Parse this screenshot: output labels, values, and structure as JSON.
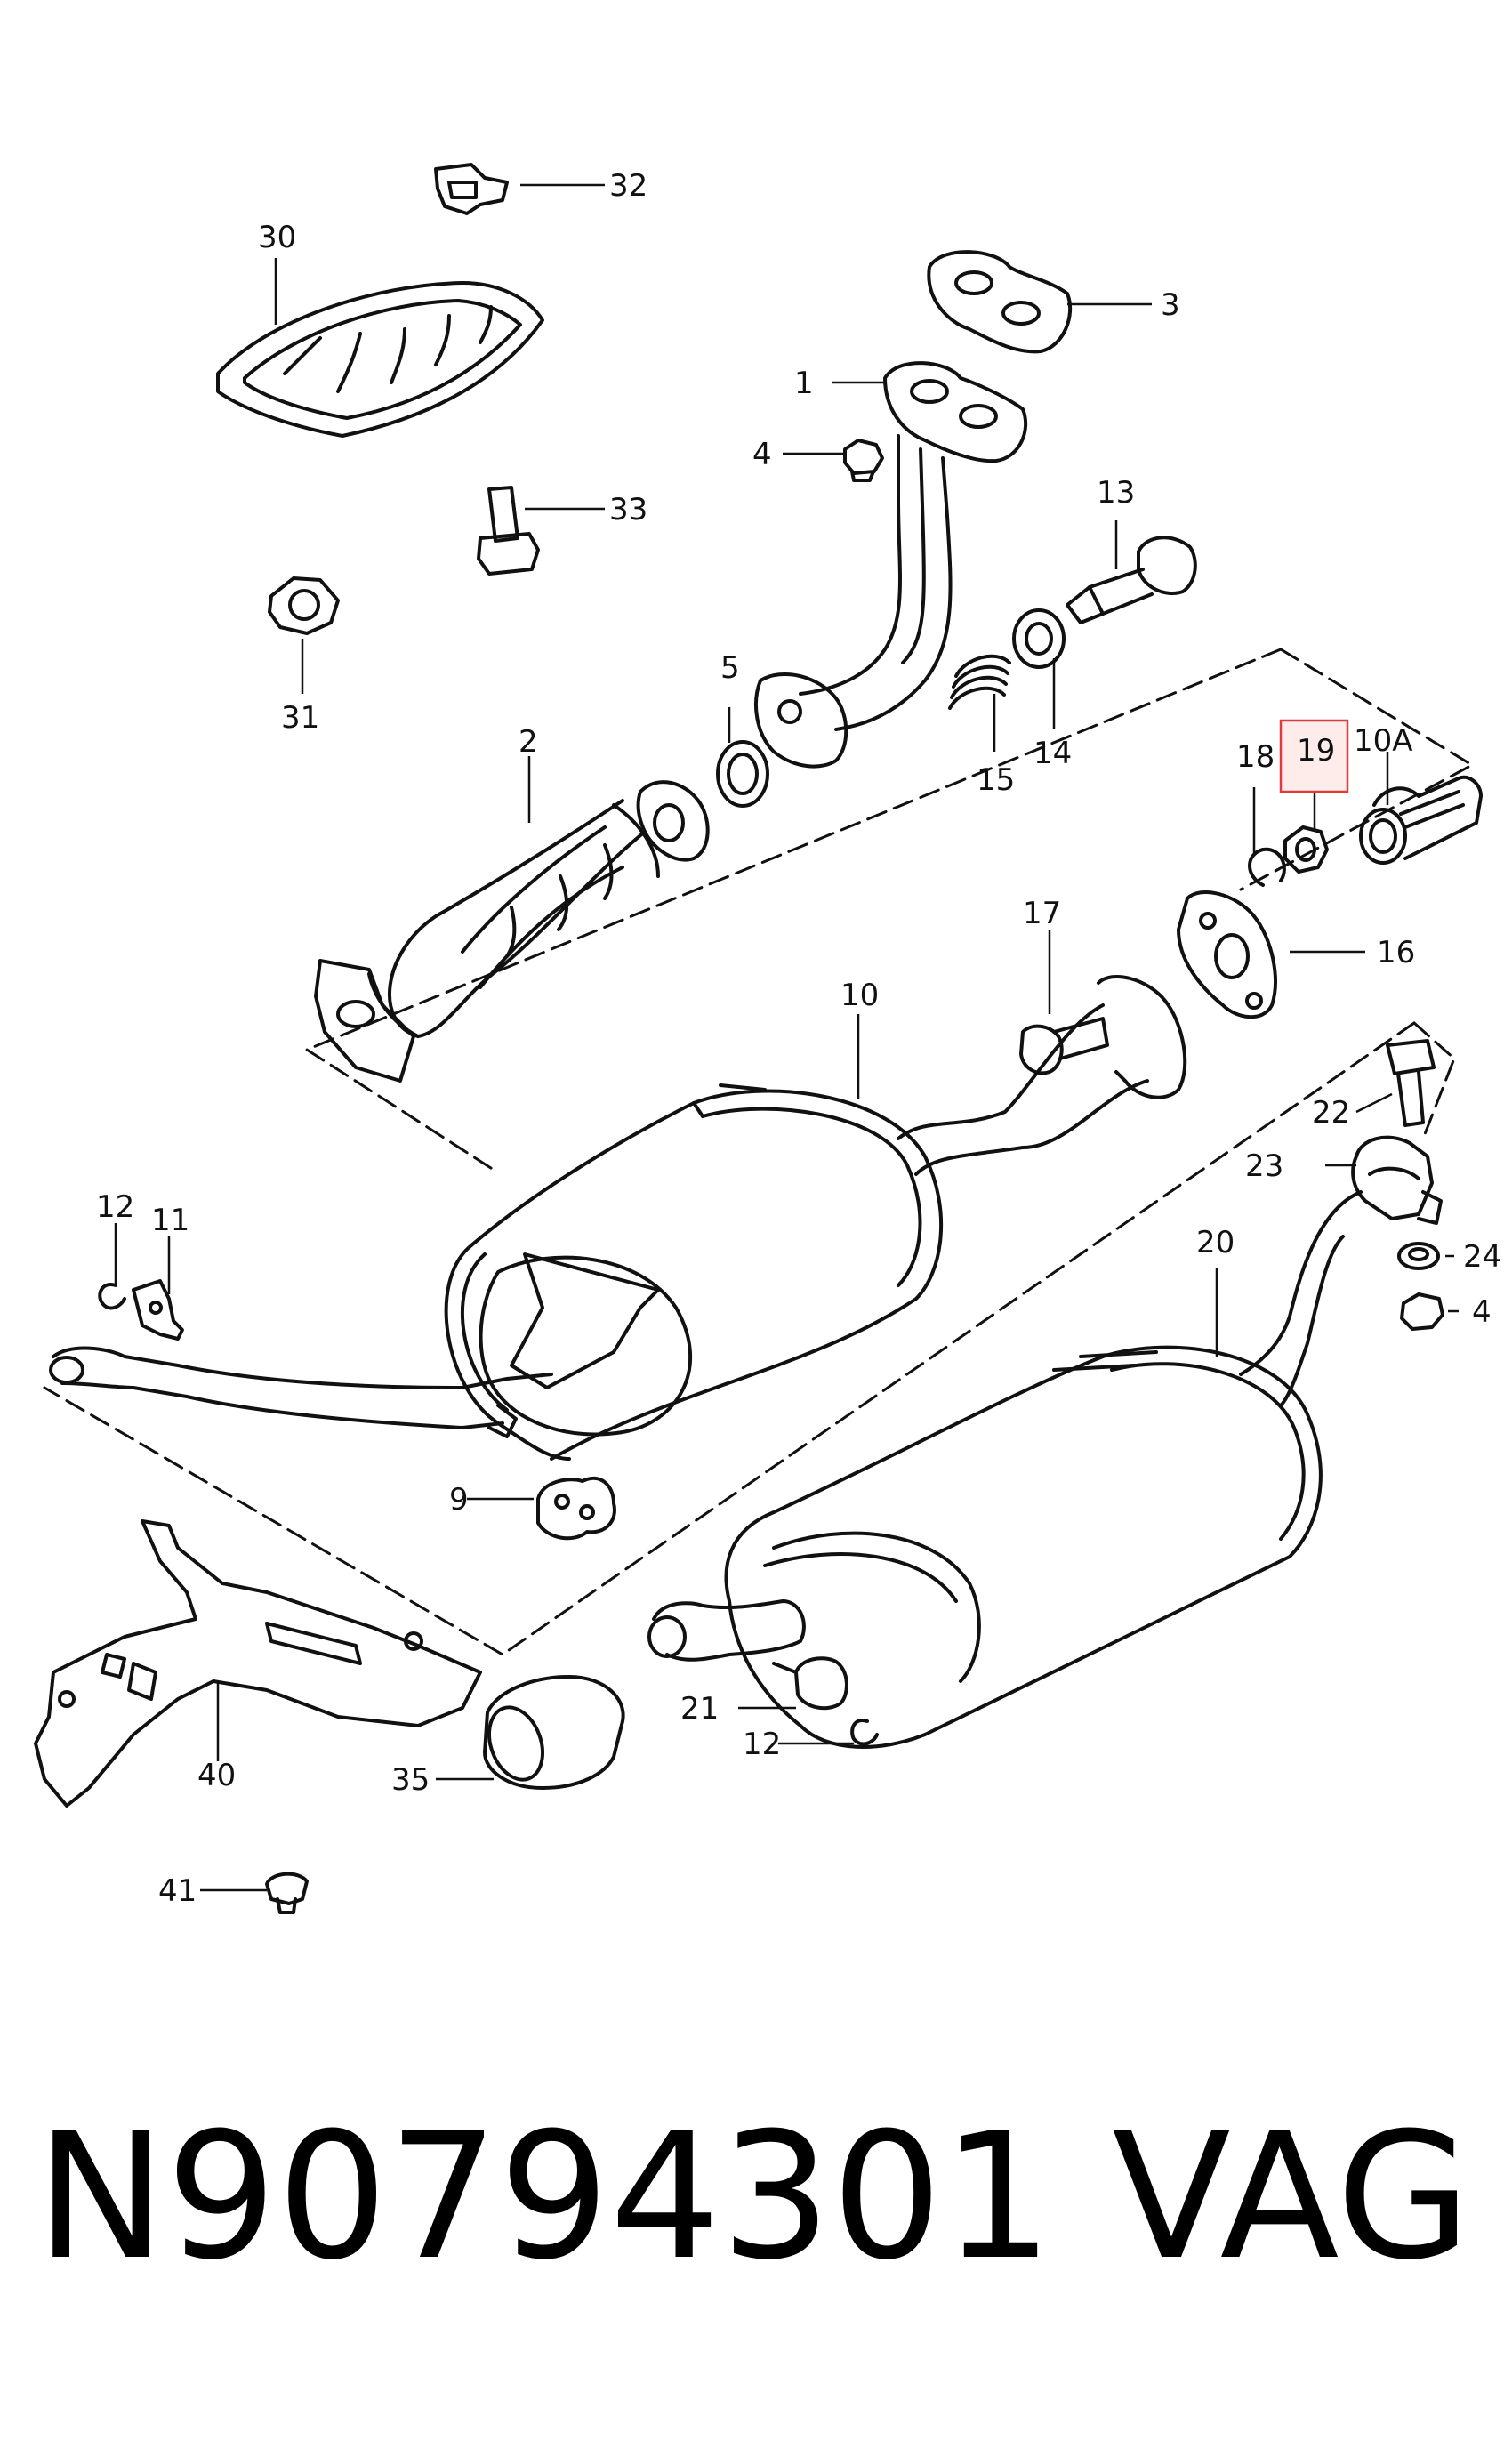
{
  "diagram": {
    "callouts": {
      "c1": "1",
      "c2": "2",
      "c3": "3",
      "c4a": "4",
      "c4b": "4",
      "c5": "5",
      "c9": "9",
      "c10": "10",
      "c10a": "10A",
      "c11": "11",
      "c12a": "12",
      "c12b": "12",
      "c13": "13",
      "c14": "14",
      "c15": "15",
      "c16": "16",
      "c17": "17",
      "c18": "18",
      "c19": "19",
      "c20": "20",
      "c21": "21",
      "c22": "22",
      "c23": "23",
      "c24": "24",
      "c30": "30",
      "c31": "31",
      "c32": "32",
      "c33": "33",
      "c35": "35",
      "c40": "40",
      "c41": "41"
    },
    "highlight_color": "#e03a3a"
  },
  "footer": {
    "part_number": "N90794301",
    "brand": "VAG"
  }
}
